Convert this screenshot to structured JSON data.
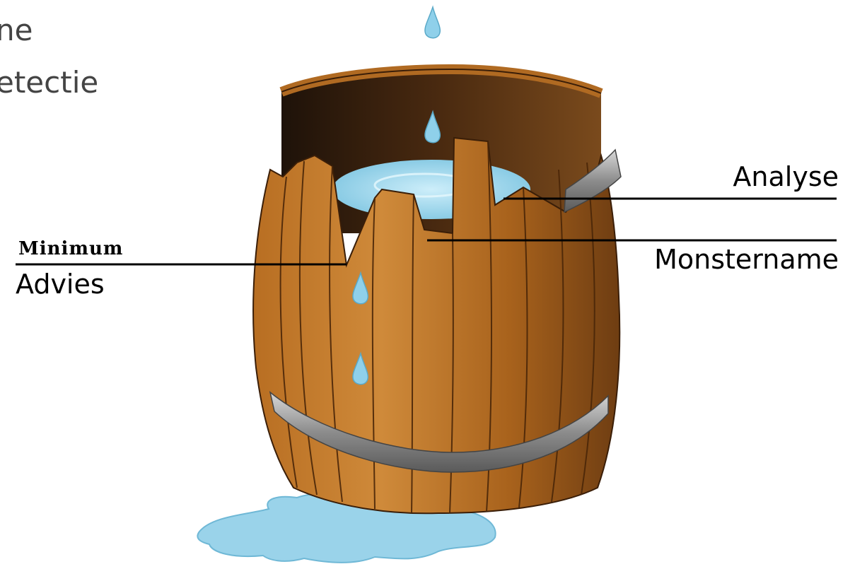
{
  "slide": {
    "title_fragment_1": "ne",
    "title_fragment_2": "etectie"
  },
  "labels": {
    "analyse": "Analyse",
    "monstername": "Monstername",
    "minimum": "Minimum",
    "advies": "Advies"
  },
  "colors": {
    "wood_light": "#c4782a",
    "wood_dark": "#7a4514",
    "water": "#8fd0e8",
    "band": "#9a9a9a"
  }
}
